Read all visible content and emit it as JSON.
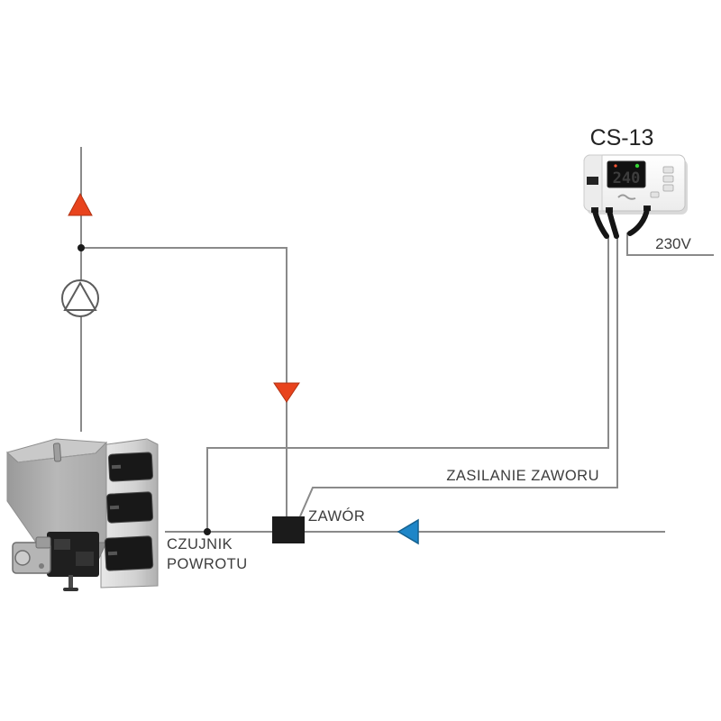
{
  "diagram": {
    "controller": {
      "name": "CS-13",
      "display_value": "240",
      "power_label": "230V"
    },
    "labels": {
      "valve_supply": "ZASILANIE ZAWORU",
      "valve": "ZAWÓR",
      "return_sensor_line1": "CZUJNIK",
      "return_sensor_line2": "POWROTU"
    },
    "colors": {
      "line_gray": "#8a8a8a",
      "hot_arrow_red": "#e8431d",
      "cool_arrow_blue": "#1e86c8",
      "valve_black": "#1b1b1b",
      "text_gray": "#3d3d3d",
      "display_red": "#ff2400",
      "led_green": "#35d435"
    }
  }
}
